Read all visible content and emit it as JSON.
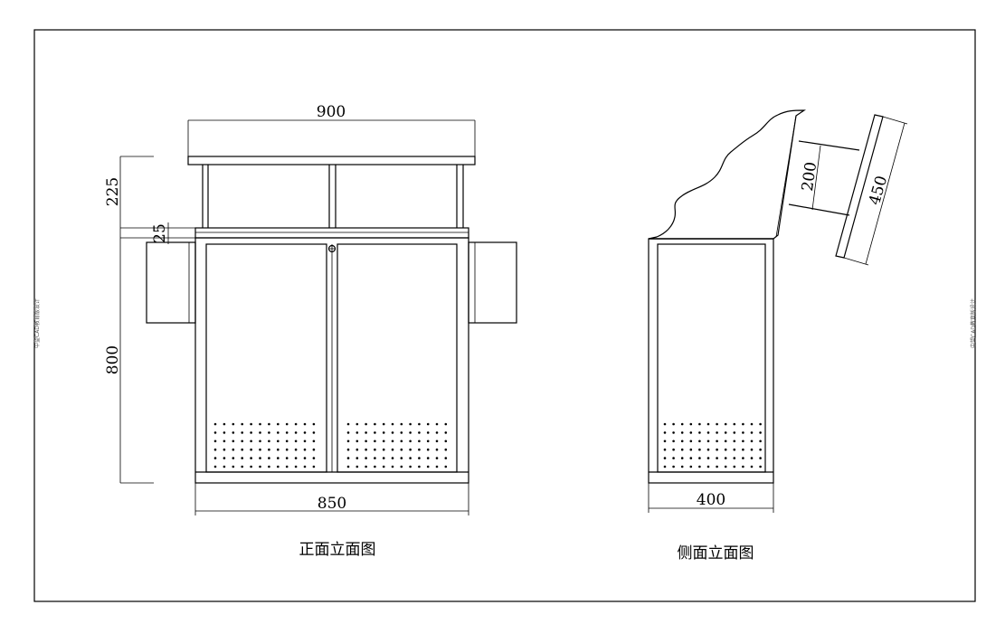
{
  "watermark": "中望CAD教育版设计",
  "front_view": {
    "title": "正面立面图",
    "dims": {
      "top_width": "900",
      "base_width": "850",
      "upper_height": "225",
      "counter_thickness": "25",
      "cabinet_height": "800"
    }
  },
  "side_view": {
    "title": "侧面立面图",
    "dims": {
      "depth": "400",
      "bracket": "200",
      "panel": "450"
    }
  },
  "colors": {
    "line": "#000000",
    "background": "#ffffff"
  }
}
